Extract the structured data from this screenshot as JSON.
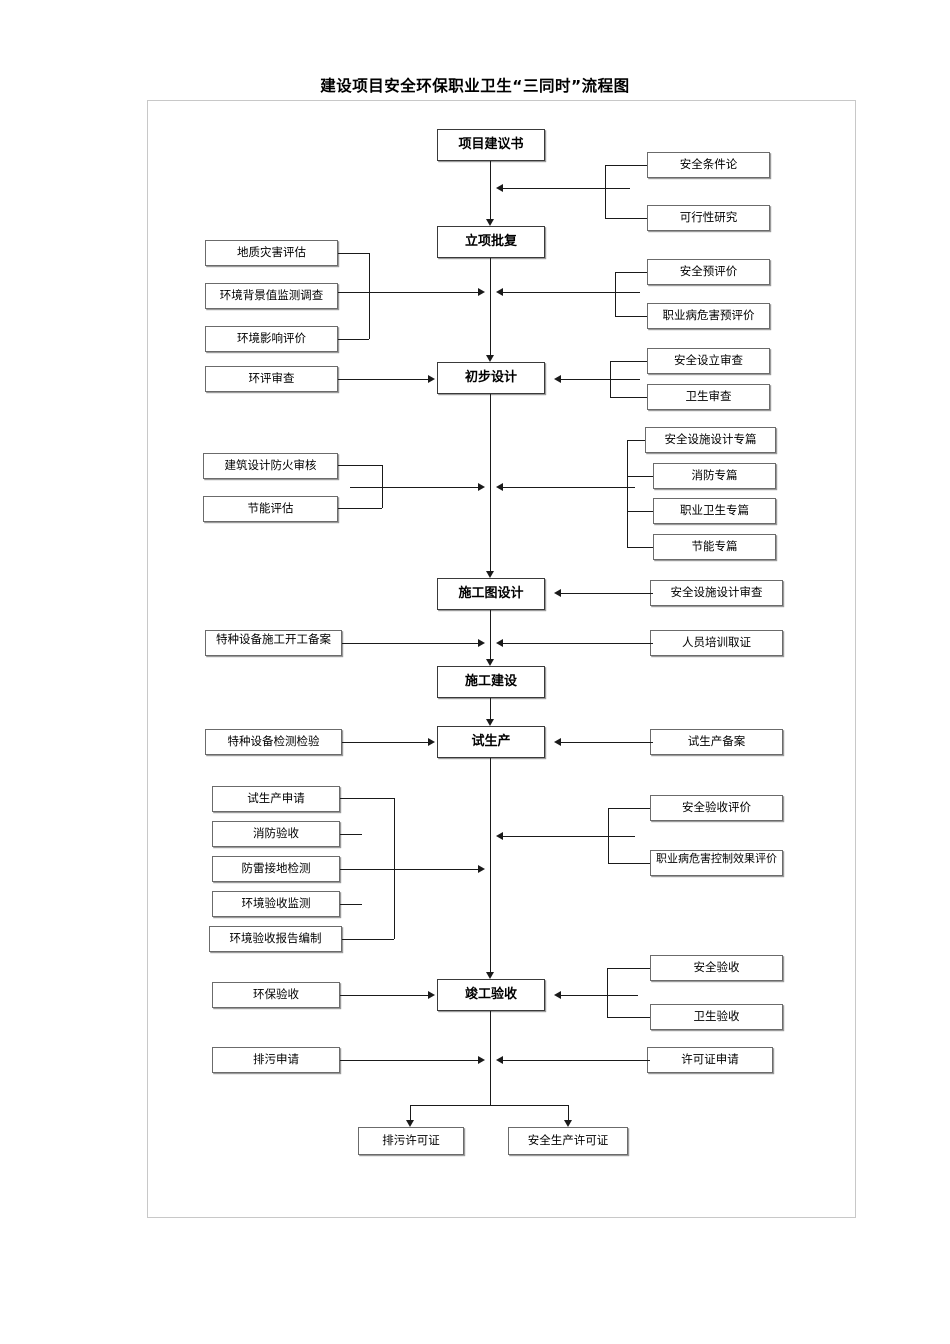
{
  "document": {
    "title": "建设项目安全环保职业卫生“三同时”流程图"
  },
  "chart_data": {
    "type": "diagram",
    "diagram_type": "flowchart",
    "title": "建设项目安全环保职业卫生“三同时”流程图",
    "orientation": "top-to-bottom",
    "main_flow": [
      "项目建议书",
      "立项批复",
      "初步设计",
      "施工图设计",
      "施工建设",
      "试生产",
      "竣工验收"
    ],
    "terminal_nodes": [
      "排污许可证",
      "安全生产许可证"
    ]
  },
  "nodes": {
    "main": [
      {
        "id": "m1",
        "label": "项目建议书"
      },
      {
        "id": "m2",
        "label": "立项批复"
      },
      {
        "id": "m3",
        "label": "初步设计"
      },
      {
        "id": "m4",
        "label": "施工图设计"
      },
      {
        "id": "m5",
        "label": "施工建设"
      },
      {
        "id": "m6",
        "label": "试生产"
      },
      {
        "id": "m7",
        "label": "竣工验收"
      }
    ],
    "terminals": [
      {
        "id": "t1",
        "label": "排污许可证"
      },
      {
        "id": "t2",
        "label": "安全生产许可证"
      }
    ],
    "right": [
      {
        "id": "r1",
        "label": "安全条件论"
      },
      {
        "id": "r2",
        "label": "可行性研究"
      },
      {
        "id": "r3",
        "label": "安全预评价"
      },
      {
        "id": "r4",
        "label": "职业病危害预评价"
      },
      {
        "id": "r5",
        "label": "安全设立审查"
      },
      {
        "id": "r6",
        "label": "卫生审查"
      },
      {
        "id": "r7",
        "label": "安全设施设计专篇"
      },
      {
        "id": "r8",
        "label": "消防专篇"
      },
      {
        "id": "r9",
        "label": "职业卫生专篇"
      },
      {
        "id": "r10",
        "label": "节能专篇"
      },
      {
        "id": "r11",
        "label": "安全设施设计审查"
      },
      {
        "id": "r12",
        "label": "人员培训取证"
      },
      {
        "id": "r13",
        "label": "试生产备案"
      },
      {
        "id": "r14",
        "label": "安全验收评价"
      },
      {
        "id": "r15",
        "label": "职业病危害控制效果评价"
      },
      {
        "id": "r16",
        "label": "安全验收"
      },
      {
        "id": "r17",
        "label": "卫生验收"
      },
      {
        "id": "r18",
        "label": "许可证申请"
      }
    ],
    "left": [
      {
        "id": "l1",
        "label": "地质灾害评估"
      },
      {
        "id": "l2",
        "label": "环境背景值监测调查"
      },
      {
        "id": "l3",
        "label": "环境影响评价"
      },
      {
        "id": "l4",
        "label": "环评审查"
      },
      {
        "id": "l5",
        "label": "建筑设计防火审核"
      },
      {
        "id": "l6",
        "label": "节能评估"
      },
      {
        "id": "l7",
        "label": "特种设备施工开工备案"
      },
      {
        "id": "l8",
        "label": "特种设备检测检验"
      },
      {
        "id": "l9",
        "label": "试生产申请"
      },
      {
        "id": "l10",
        "label": "消防验收"
      },
      {
        "id": "l11",
        "label": "防雷接地检测"
      },
      {
        "id": "l12",
        "label": "环境验收监测"
      },
      {
        "id": "l13",
        "label": "环境验收报告编制"
      },
      {
        "id": "l14",
        "label": "环保验收"
      },
      {
        "id": "l15",
        "label": "排污申请"
      }
    ]
  },
  "colors": {
    "line": "#1a1a1a",
    "box_border": "#6b6b6b",
    "main_box_border": "#3a3a3a",
    "frame_border": "#c8c8c8",
    "background": "#ffffff",
    "shadow": "#9a9a9a"
  }
}
